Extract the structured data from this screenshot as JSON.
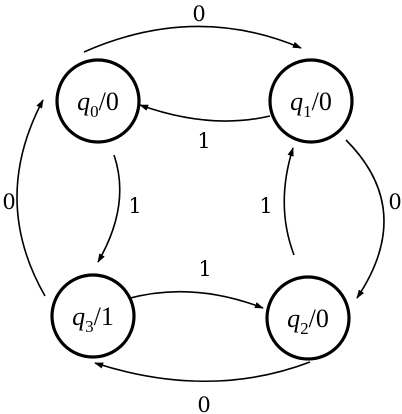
{
  "states": {
    "q0": {
      "name": "q",
      "index": "0",
      "output": "0"
    },
    "q1": {
      "name": "q",
      "index": "1",
      "output": "0"
    },
    "q2": {
      "name": "q",
      "index": "2",
      "output": "0"
    },
    "q3": {
      "name": "q",
      "index": "3",
      "output": "1"
    }
  },
  "transitions": {
    "q0_to_q1": "0",
    "q1_to_q0": "1",
    "q1_to_q2": "0",
    "q2_to_q1": "1",
    "q2_to_q3": "0",
    "q3_to_q2": "1",
    "q3_to_q0": "0",
    "q0_to_q3": "1"
  }
}
